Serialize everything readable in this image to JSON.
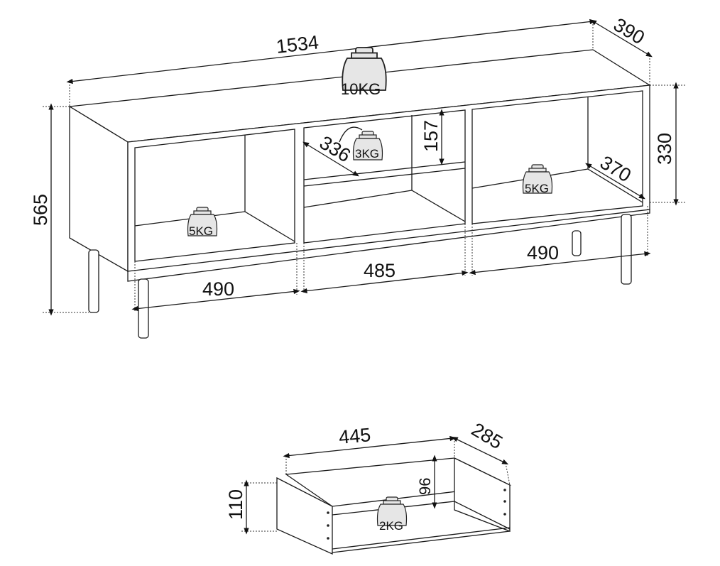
{
  "cabinet": {
    "width": "1534",
    "depth": "390",
    "height": "565",
    "inner_height": "330",
    "shelf_height": "157",
    "shelf_depth": "336",
    "inner_depth": "370",
    "left_width": "490",
    "middle_width": "485",
    "right_width": "490"
  },
  "loads": {
    "top": "10KG",
    "shelf": "3KG",
    "left": "5KG",
    "right": "5KG",
    "drawer": "2KG"
  },
  "drawer": {
    "width": "445",
    "depth": "285",
    "height": "110",
    "inner_height": "96"
  }
}
